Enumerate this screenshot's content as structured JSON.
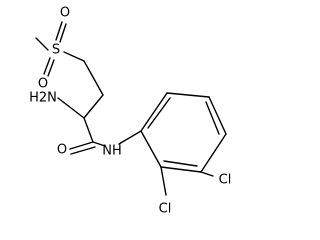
{
  "molecule": {
    "atoms": {
      "sulfur": "S",
      "sulfonyl_oxygen_upper": "O",
      "sulfonyl_oxygen_lower": "O",
      "amino": "H2N",
      "amide_oxygen": "O",
      "amide_nitrogen": "NH",
      "chlorine_meta": "Cl",
      "chlorine_ortho": "Cl"
    }
  }
}
